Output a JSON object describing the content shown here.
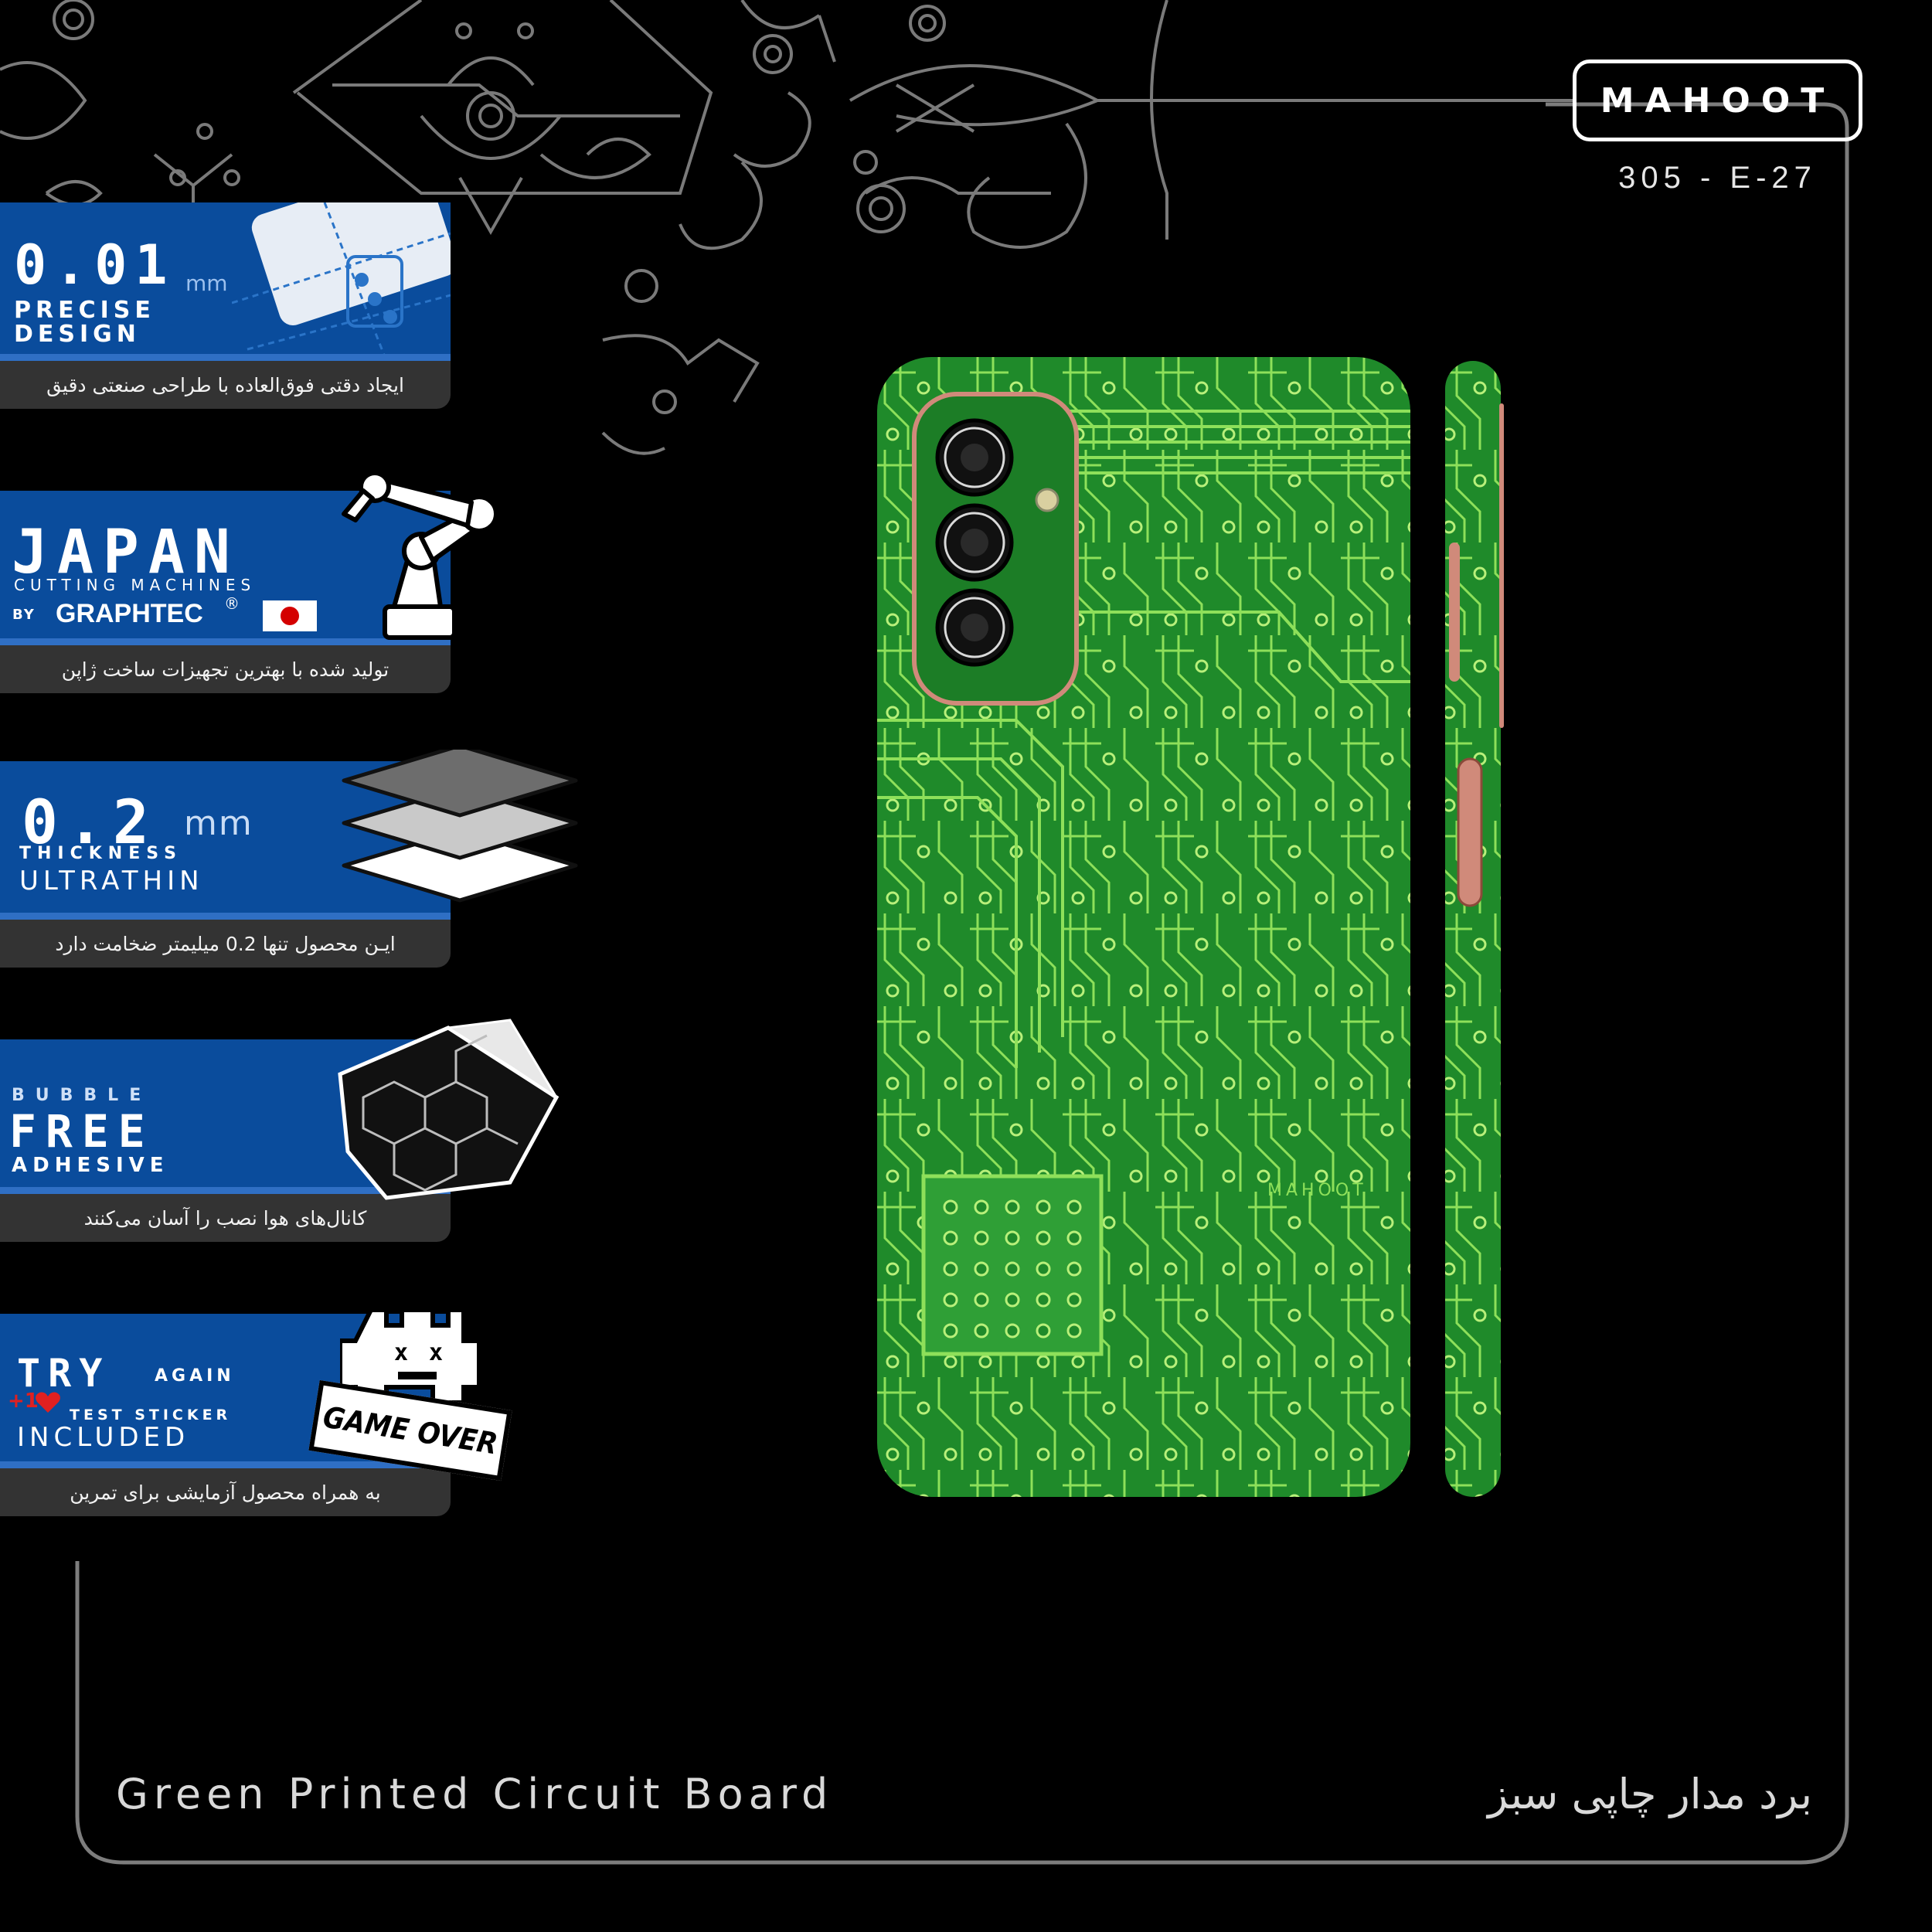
{
  "brand": {
    "logo_text": "MAHOOT",
    "product_code": "305 - E-27"
  },
  "features": [
    {
      "big": "0.01",
      "unit": "mm",
      "line1": "PRECISE",
      "line2": "DESIGN",
      "caption": "ایجاد دقتی فوق‌العاده با طراحی صنعتی دقیق"
    },
    {
      "big": "JAPAN",
      "line1": "CUTTING MACHINES",
      "by": "BY",
      "brand": "GRAPHTEC",
      "reg": "®",
      "caption": "تولید شده با بهترین تجهیزات ساخت ژاپن"
    },
    {
      "big": "0.2",
      "unit": "mm",
      "line1": "THICKNESS",
      "line2": "ULTRATHIN",
      "caption": "ایـن محصول تنها 0.2 میلیمتر ضخامت دارد"
    },
    {
      "line1": "BUBBLE",
      "big": "FREE",
      "line2": "ADHESIVE",
      "caption": "کانال‌های هوا نصب را آسان می‌کنند"
    },
    {
      "big": "TRY",
      "big_suffix": "AGAIN",
      "plus": "+1",
      "line1": "TEST STICKER",
      "line2": "INCLUDED",
      "badge": "GAME OVER",
      "caption": "به همراه محصول آزمایشی برای تمرین"
    }
  ],
  "product": {
    "title_en": "Green Printed Circuit Board",
    "title_fa": "برد مدار چاپی سبز",
    "skin_logo": "MAHOOT"
  },
  "colors": {
    "panel_blue": "#0a4c9c",
    "pcb_green": "#1f8a2a",
    "trace_green": "#8ee05a",
    "camera_ring": "#d08a7a"
  }
}
